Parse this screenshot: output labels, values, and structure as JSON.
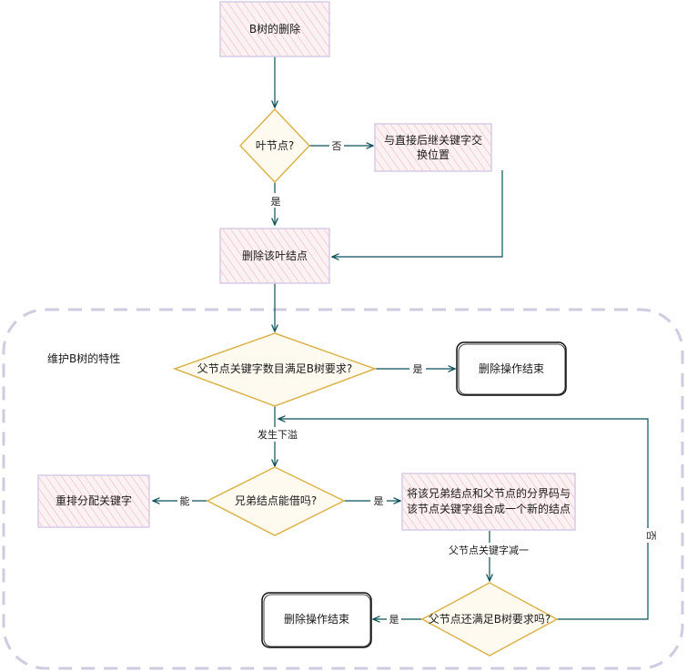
{
  "colors": {
    "edge": "#0b4f57",
    "box_stroke": "#d6cbe6",
    "box_hatch": "#f2b8bd",
    "box_fill": "#fdf2f3",
    "diamond_stroke": "#d9b44a",
    "diamond_fill": "#fffaf0",
    "end_stroke": "#111111",
    "group_stroke": "#cfcbe0"
  },
  "group": {
    "label": "维护B树的特性"
  },
  "nodes": {
    "start": "B树的删除",
    "is_leaf": "叶节点?",
    "swap_line1": "与直接后继关键字交",
    "swap_line2": "换位置",
    "delete_leaf": "删除该叶结点",
    "parent_ok": "父节点关键字数目满足B树要求?",
    "end_top": "删除操作结束",
    "can_borrow": "兄弟结点能借吗?",
    "redistribute": "重排分配关键字",
    "merge_line1": "将该兄弟结点和父节点的分界码与",
    "merge_line2": "该节点关键字组合成一个新的结点",
    "parent_still_ok": "父节点还满足B树要求吗?",
    "end_bottom": "删除操作结束"
  },
  "edges": {
    "no_swap": "否",
    "yes_leaf": "是",
    "yes_parent": "是",
    "underflow": "发生下溢",
    "can_borrow_yes": "能",
    "merge_yes": "是",
    "parent_minus": "父节点关键字减一",
    "still_yes": "是",
    "still_no": "否"
  }
}
